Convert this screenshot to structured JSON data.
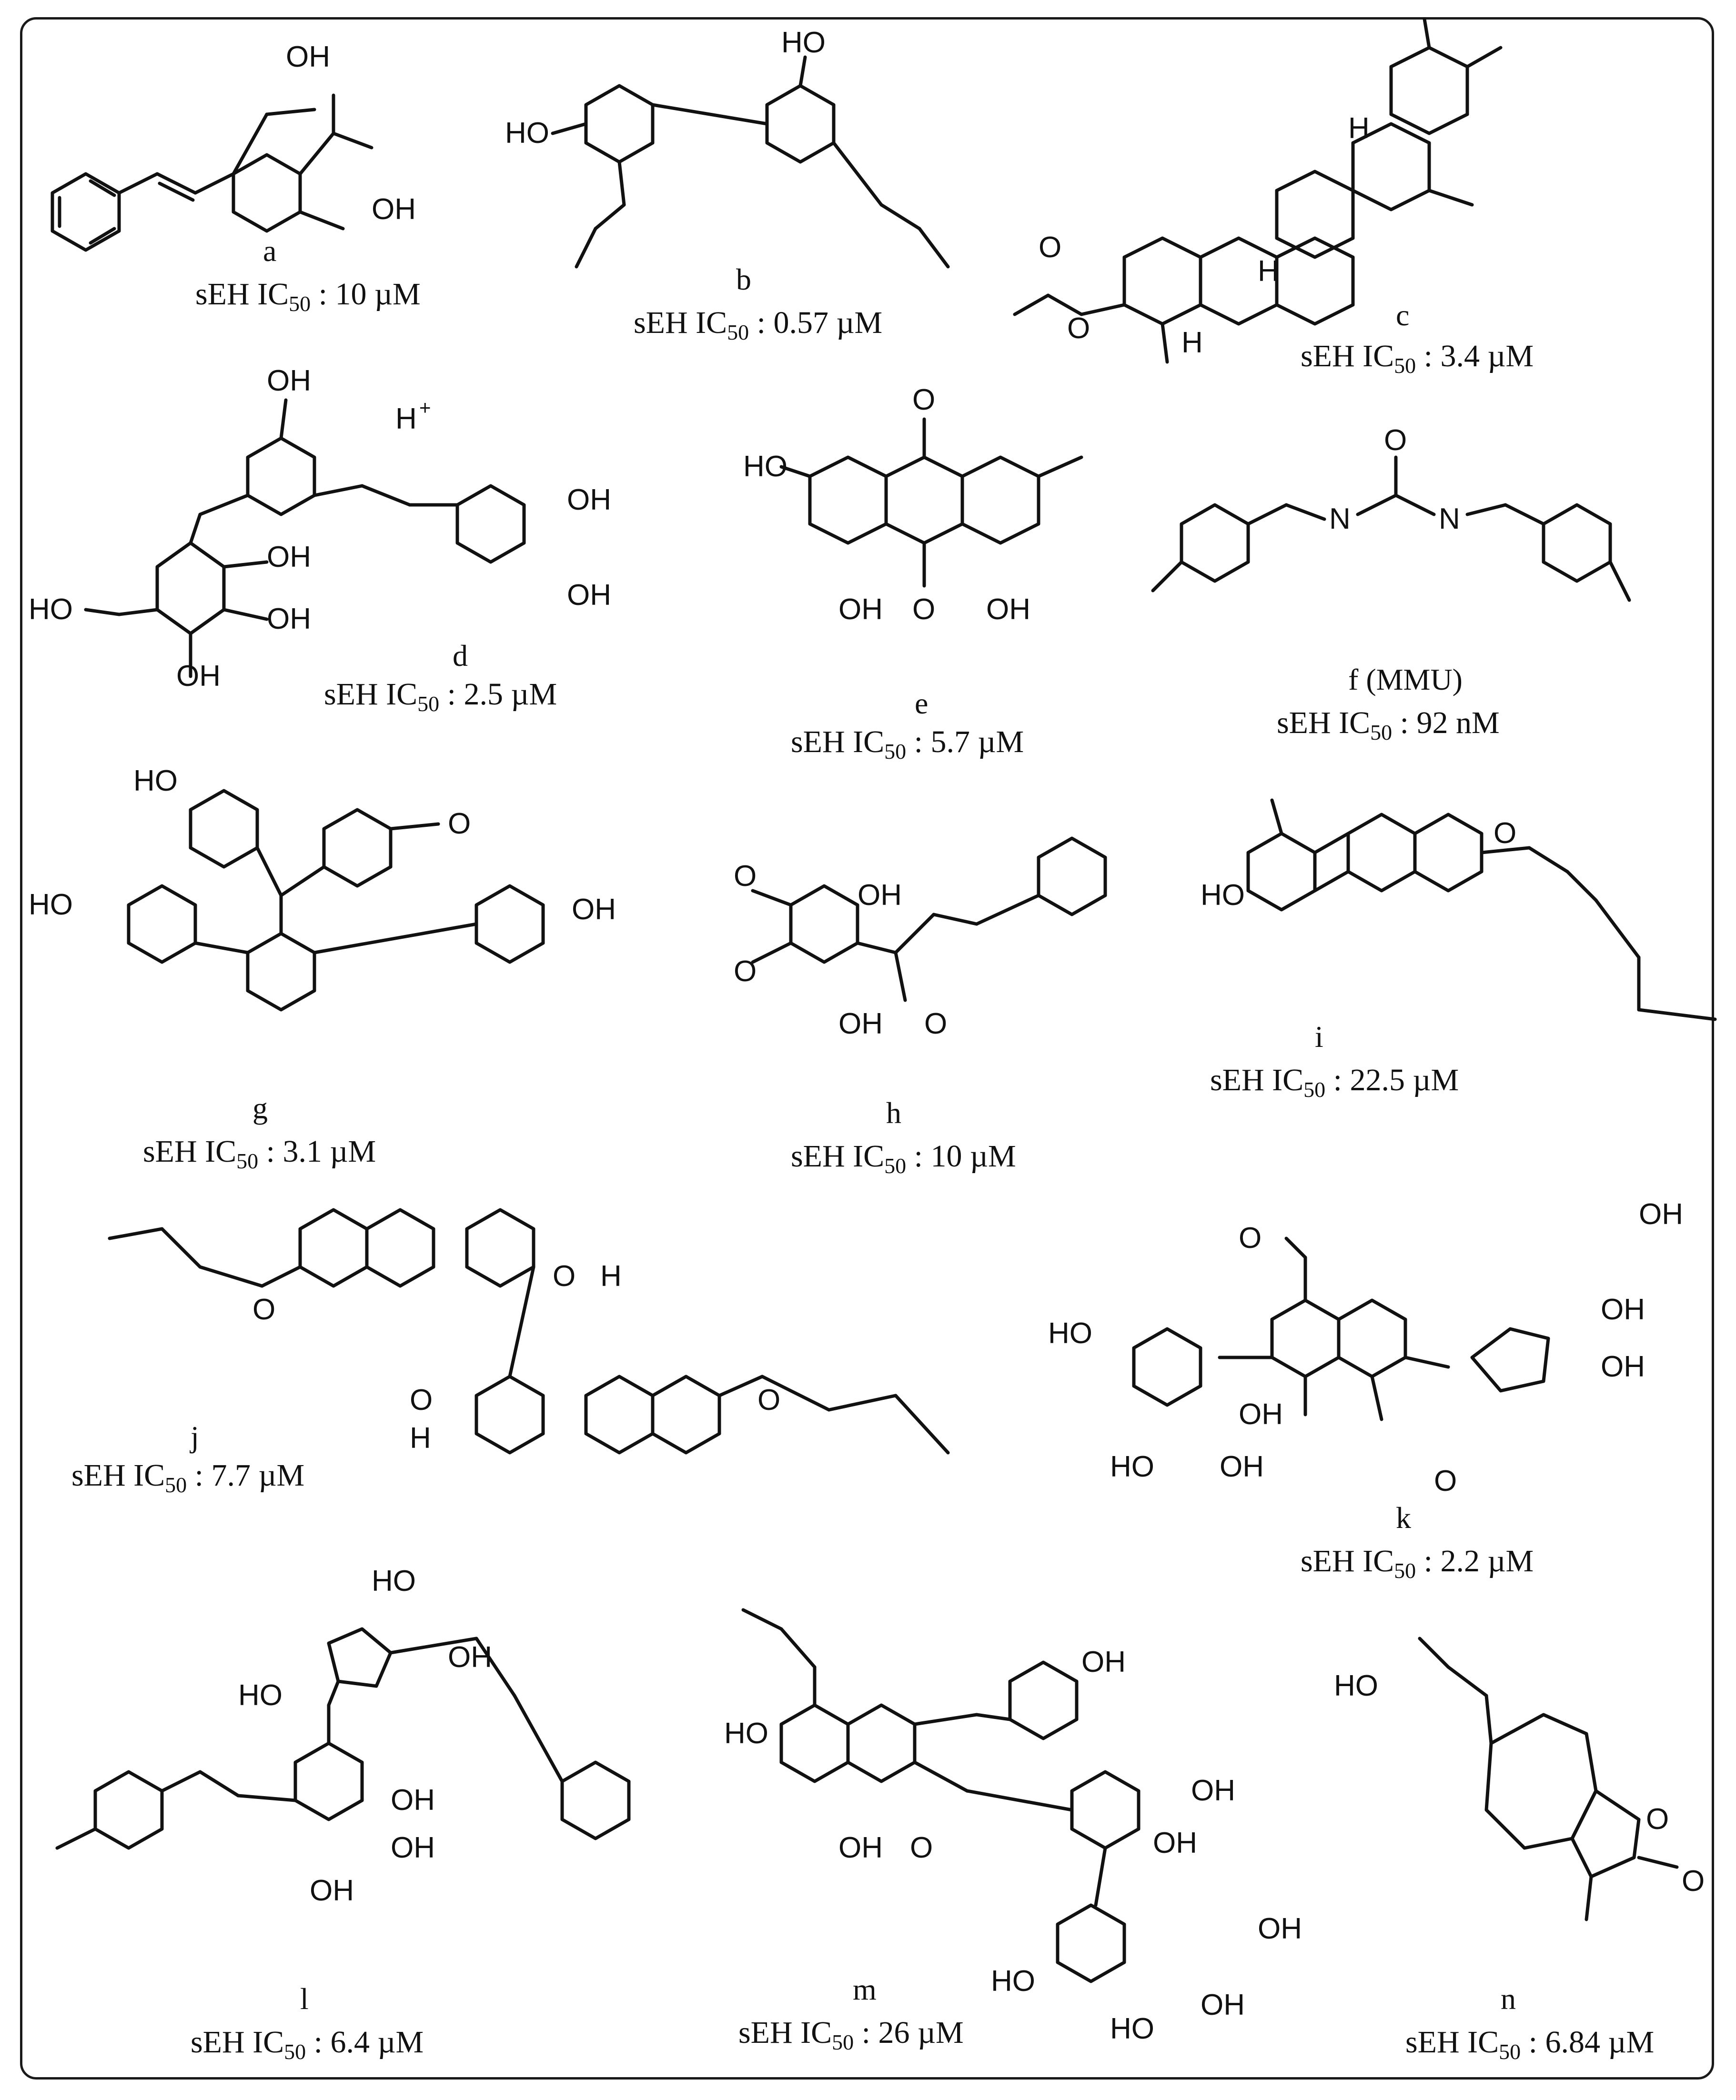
{
  "compounds": [
    {
      "id": "a",
      "prefix": "sEH IC",
      "sub": "50",
      "value": " : 10 µM"
    },
    {
      "id": "b",
      "prefix": "sEH IC",
      "sub": "50",
      "value": " : 0.57 µM"
    },
    {
      "id": "c",
      "prefix": "sEH IC",
      "sub": "50",
      "value": " : 3.4 µM"
    },
    {
      "id": "d",
      "prefix": "sEH IC",
      "sub": "50",
      "value": " : 2.5 µM"
    },
    {
      "id": "e",
      "prefix": "sEH IC",
      "sub": "50",
      "value": " : 5.7 µM"
    },
    {
      "id": "f (MMU)",
      "prefix": "sEH IC",
      "sub": "50",
      "value": " : 92 nM"
    },
    {
      "id": "g",
      "prefix": "sEH IC",
      "sub": "50",
      "value": " : 3.1 µM"
    },
    {
      "id": "h",
      "prefix": "sEH IC",
      "sub": "50",
      "value": " : 10 µM"
    },
    {
      "id": "i",
      "prefix": "sEH IC",
      "sub": "50",
      "value": " : 22.5 µM"
    },
    {
      "id": "j",
      "prefix": "sEH IC",
      "sub": "50",
      "value": " : 7.7 µM"
    },
    {
      "id": "k",
      "prefix": "sEH IC",
      "sub": "50",
      "value": " :  2.2 µM"
    },
    {
      "id": "l",
      "prefix": "sEH IC",
      "sub": "50",
      "value": " :  6.4 µM"
    },
    {
      "id": "m",
      "prefix": "sEH IC",
      "sub": "50",
      "value": " :  26 µM"
    },
    {
      "id": "n",
      "prefix": "sEH IC",
      "sub": "50",
      "value": " :  6.84 µM"
    }
  ],
  "atoms": {
    "oh": "OH",
    "ho": "HO",
    "o": "O",
    "h": "H",
    "hplus": "H",
    "plus": "+"
  }
}
